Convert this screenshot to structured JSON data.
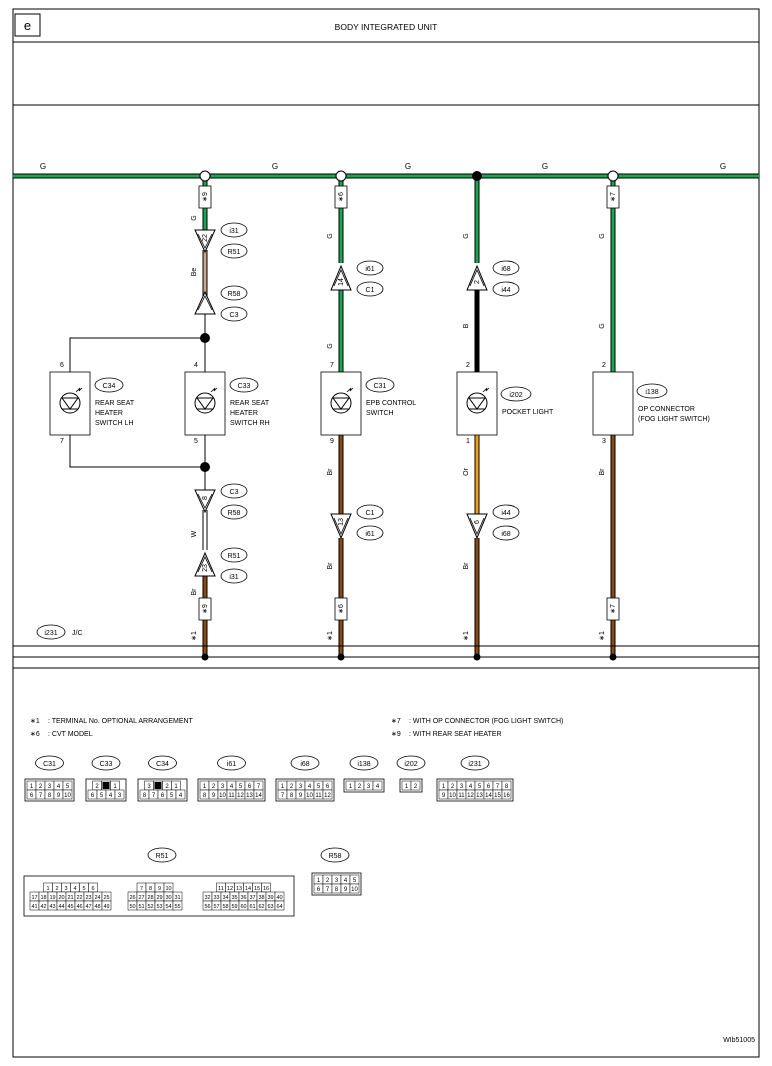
{
  "page_label": "e",
  "header_title": "BODY INTEGRATED UNIT",
  "colors": {
    "G": "#1aa552",
    "Be": "#c8a88c",
    "B": "#000000",
    "Br": "#8a4a14",
    "Or": "#f0a020",
    "W": "#ffffff"
  },
  "bus_labels": [
    "G",
    "G",
    "G",
    "G",
    "G"
  ],
  "circuits": {
    "c1": {
      "top_star": "∗9",
      "wire_codes": [
        "G",
        "Be",
        "W",
        "Br"
      ],
      "conn_top_a": "i31",
      "conn_top_a_pin": "22",
      "conn_top_b": "R51",
      "conn_top_c": "R58",
      "conn_top_d": "C3",
      "conn_bot_a": "C3",
      "conn_bot_a_pin": "8",
      "conn_bot_b": "R58",
      "conn_bot_c": "R51",
      "conn_bot_c_pin": "23",
      "conn_bot_d": "i31",
      "bot_star": "∗9",
      "gnd_star": "∗1"
    },
    "c1_lh": {
      "code": "C34",
      "pin_top": "6",
      "pin_bot": "7",
      "label": [
        "REAR SEAT",
        "HEATER",
        "SWITCH LH"
      ]
    },
    "c1_rh": {
      "code": "C33",
      "pin_top": "4",
      "pin_bot": "5",
      "label": [
        "REAR SEAT",
        "HEATER",
        "SWITCH RH"
      ]
    },
    "c2": {
      "top_star": "∗6",
      "wire_codes": [
        "G",
        "G",
        "Br",
        "Br"
      ],
      "conn_a": "i61",
      "conn_a_pin": "14",
      "conn_b": "C1",
      "comp_code": "C31",
      "pin_top": "7",
      "pin_bot": "9",
      "label": [
        "EPB CONTROL",
        "SWITCH"
      ],
      "conn_c": "C1",
      "conn_c_pin": "13",
      "conn_d": "i61",
      "bot_star": "∗6",
      "gnd_star": "∗1"
    },
    "c3": {
      "wire_codes": [
        "G",
        "B",
        "Or",
        "Br"
      ],
      "conn_a": "i68",
      "conn_a_pin": "2",
      "conn_b": "i44",
      "comp_code": "i202",
      "pin_top": "2",
      "pin_bot": "1",
      "label": [
        "POCKET LIGHT"
      ],
      "conn_c": "i44",
      "conn_c_pin": "6",
      "conn_d": "i68",
      "gnd_star": "∗1"
    },
    "c4": {
      "top_star": "∗7",
      "wire_codes": [
        "G",
        "G",
        "Br"
      ],
      "comp_code": "i138",
      "pin_top": "2",
      "pin_bot": "3",
      "label": [
        "OP CONNECTOR",
        "(FOG LIGHT SWITCH)"
      ],
      "bot_star": "∗7",
      "gnd_star": "∗1"
    }
  },
  "jc_code": "i231",
  "jc_label": "J/C",
  "notes": [
    {
      "star": "∗1",
      "text": ": TERMINAL No. OPTIONAL ARRANGEMENT"
    },
    {
      "star": "∗6",
      "text": ": CVT MODEL"
    },
    {
      "star": "∗7",
      "text": ": WITH OP CONNECTOR (FOG LIGHT SWITCH)"
    },
    {
      "star": "∗9",
      "text": ": WITH REAR SEAT HEATER"
    }
  ],
  "connector_views": {
    "C31": {
      "code": "C31",
      "rows": [
        [
          "1",
          "2",
          "3",
          "4",
          "5"
        ],
        [
          "6",
          "7",
          "8",
          "9",
          "10"
        ]
      ]
    },
    "C33": {
      "code": "C33",
      "rows": [
        [
          "2",
          "",
          "1"
        ],
        [
          "6",
          "5",
          "4",
          "3"
        ]
      ]
    },
    "C34": {
      "code": "C34",
      "rows": [
        [
          "3",
          "",
          "2",
          "1"
        ],
        [
          "8",
          "7",
          "6",
          "5",
          "4"
        ]
      ]
    },
    "i61": {
      "code": "i61",
      "rows": [
        [
          "1",
          "2",
          "3",
          "4",
          "5",
          "6",
          "7"
        ],
        [
          "8",
          "9",
          "10",
          "11",
          "12",
          "13",
          "14"
        ]
      ]
    },
    "i68": {
      "code": "i68",
      "rows": [
        [
          "1",
          "2",
          "3",
          "4",
          "5",
          "6"
        ],
        [
          "7",
          "8",
          "9",
          "10",
          "11",
          "12"
        ]
      ]
    },
    "i138": {
      "code": "i138",
      "rows": [
        [
          "1",
          "2",
          "3",
          "4"
        ]
      ]
    },
    "i202": {
      "code": "i202",
      "rows": [
        [
          "1",
          "2"
        ]
      ]
    },
    "i231": {
      "code": "i231",
      "rows": [
        [
          "1",
          "2",
          "3",
          "4",
          "5",
          "6",
          "7",
          "8"
        ],
        [
          "9",
          "10",
          "11",
          "12",
          "13",
          "14",
          "15",
          "16"
        ]
      ]
    },
    "R51": {
      "code": "R51",
      "blocks": [
        [
          [
            "1",
            "2",
            "3",
            "4",
            "5",
            "6"
          ],
          [
            "17",
            "18",
            "19",
            "20",
            "21",
            "22",
            "23",
            "24",
            "25"
          ],
          [
            "41",
            "42",
            "43",
            "44",
            "45",
            "46",
            "47",
            "48",
            "49"
          ]
        ],
        [
          [
            "7",
            "8",
            "9",
            "10"
          ],
          [
            "26",
            "27",
            "28",
            "29",
            "30",
            "31"
          ],
          [
            "50",
            "51",
            "52",
            "53",
            "54",
            "55"
          ]
        ],
        [
          [
            "11",
            "12",
            "13",
            "14",
            "15",
            "16"
          ],
          [
            "32",
            "33",
            "34",
            "35",
            "36",
            "37",
            "38",
            "39",
            "40"
          ],
          [
            "56",
            "57",
            "58",
            "59",
            "60",
            "61",
            "62",
            "63",
            "64"
          ]
        ]
      ]
    },
    "R58": {
      "code": "R58",
      "rows": [
        [
          "1",
          "2",
          "3",
          "4",
          "5"
        ],
        [
          "6",
          "7",
          "8",
          "9",
          "10"
        ]
      ]
    }
  },
  "figure_id": "WIb51005"
}
